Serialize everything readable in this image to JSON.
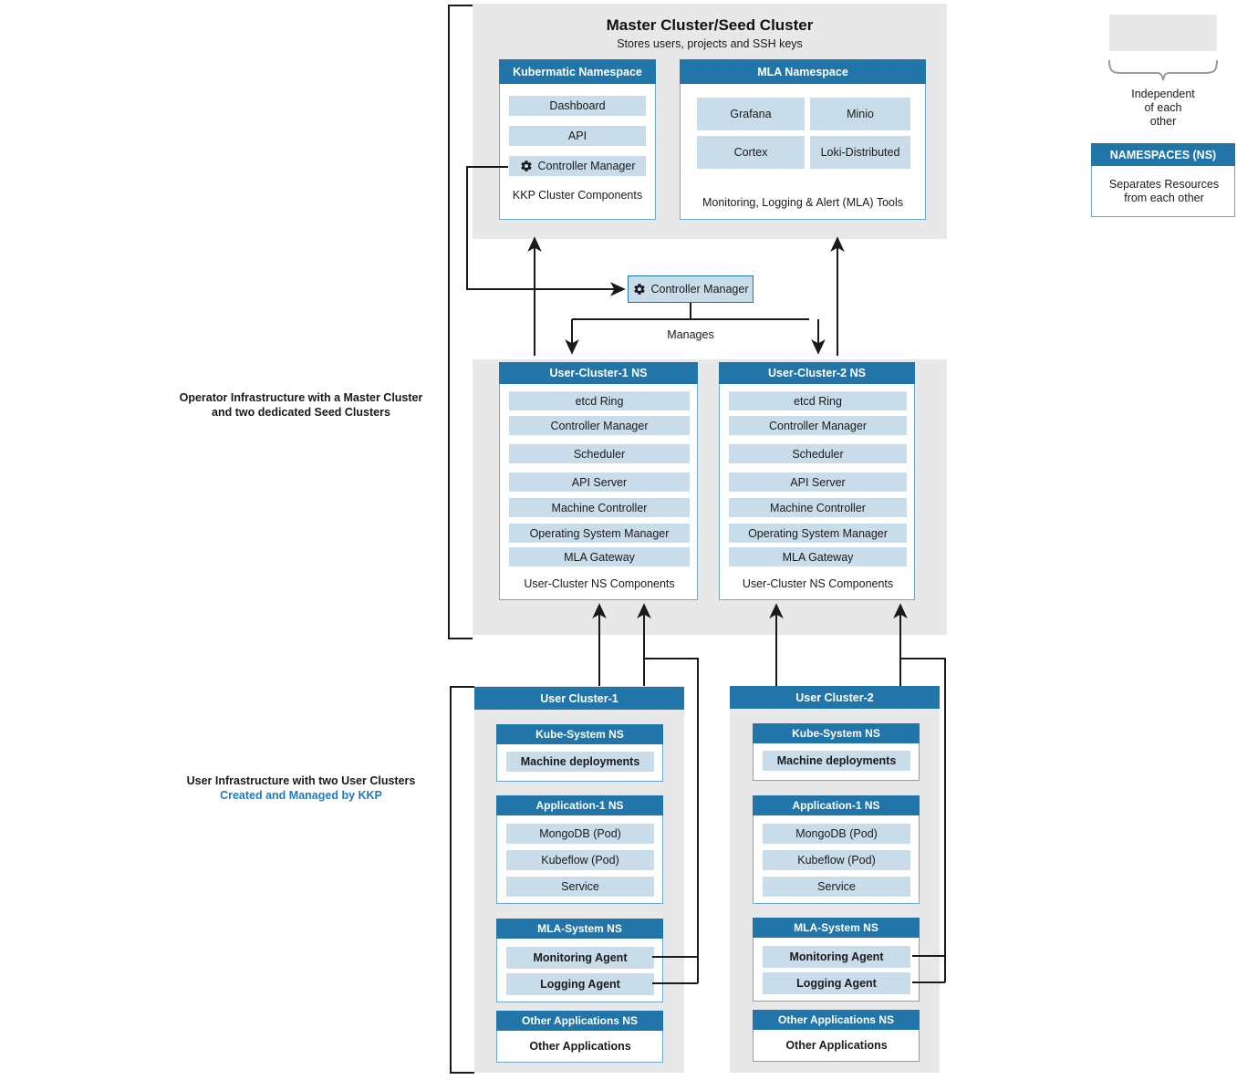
{
  "diagram": {
    "title": "Master Cluster/Seed Cluster",
    "subtitle": "Stores users, projects and SSH keys",
    "manages_label": "Manages"
  },
  "side_labels": {
    "operator": {
      "line1": "Operator Infrastructure with a Master Cluster",
      "line2": "and two dedicated Seed Clusters"
    },
    "user": {
      "line1": "User Infrastructure with two User Clusters",
      "line2": "Created and Managed by KKP"
    }
  },
  "master": {
    "kubermatic_ns": {
      "header": "Kubermatic Namespace",
      "items": [
        "Dashboard",
        "API",
        "Controller Manager"
      ],
      "gear_item_index": 2,
      "footer": "KKP Cluster Components"
    },
    "mla_ns": {
      "header": "MLA Namespace",
      "items": [
        "Grafana",
        "Minio",
        "Cortex",
        "Loki-Distributed"
      ],
      "footer": "Monitoring, Logging & Alert (MLA) Tools"
    }
  },
  "controller_manager": {
    "label": "Controller Manager",
    "icon": "gear-icon"
  },
  "seed_namespaces": [
    {
      "header": "User-Cluster-1 NS",
      "items": [
        "etcd Ring",
        "Controller Manager",
        "Scheduler",
        "API Server",
        "Machine Controller",
        "Operating System Manager",
        "MLA Gateway"
      ],
      "footer": "User-Cluster NS Components"
    },
    {
      "header": "User-Cluster-2 NS",
      "items": [
        "etcd Ring",
        "Controller Manager",
        "Scheduler",
        "API Server",
        "Machine Controller",
        "Operating System Manager",
        "MLA Gateway"
      ],
      "footer": "User-Cluster NS Components"
    }
  ],
  "user_clusters": [
    {
      "header": "User Cluster-1",
      "namespaces": [
        {
          "header": "Kube-System NS",
          "items": [
            "Machine deployments"
          ],
          "bold_items": true,
          "footer": null
        },
        {
          "header": "Application-1 NS",
          "items": [
            "MongoDB (Pod)",
            "Kubeflow (Pod)",
            "Service"
          ],
          "bold_items": false,
          "footer": null
        },
        {
          "header": "MLA-System NS",
          "items": [
            "Monitoring Agent",
            "Logging Agent"
          ],
          "bold_items": true,
          "footer": null
        },
        {
          "header": "Other Applications NS",
          "items": [],
          "bold_items": false,
          "footer": "Other Applications"
        }
      ]
    },
    {
      "header": "User Cluster-2",
      "namespaces": [
        {
          "header": "Kube-System NS",
          "items": [
            "Machine deployments"
          ],
          "bold_items": true,
          "footer": null
        },
        {
          "header": "Application-1 NS",
          "items": [
            "MongoDB (Pod)",
            "Kubeflow (Pod)",
            "Service"
          ],
          "bold_items": false,
          "footer": null
        },
        {
          "header": "MLA-System NS",
          "items": [
            "Monitoring Agent",
            "Logging Agent"
          ],
          "bold_items": true,
          "footer": null
        },
        {
          "header": "Other Applications NS",
          "items": [],
          "bold_items": false,
          "footer": "Other Applications"
        }
      ]
    }
  ],
  "legend": {
    "independent": {
      "line1": "Independent",
      "line2": "of each",
      "line3": "other"
    },
    "namespaces": {
      "header": "NAMESPACES (NS)",
      "line1": "Separates Resources",
      "line2": "from each other"
    }
  },
  "colors": {
    "header_blue": "#2275a8",
    "item_light_blue": "#c9dcea",
    "zone_gray": "#e8e8e8",
    "panel_border": "#6fa8cf",
    "accent_link": "#1f7ac0",
    "line": "#1a1a1a"
  }
}
